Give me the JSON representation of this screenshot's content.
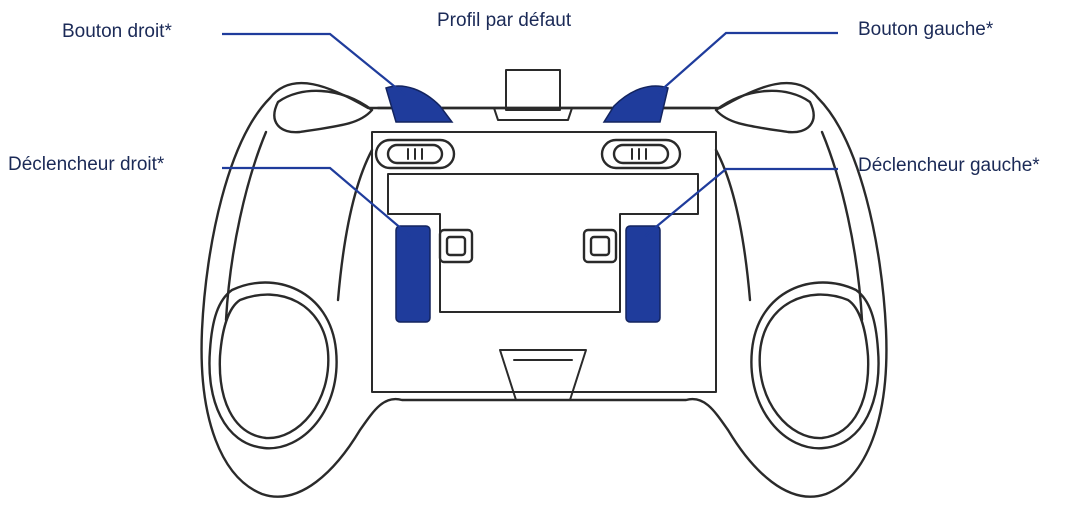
{
  "title": "Profil par défaut",
  "callouts": {
    "right_button": "Bouton droit*",
    "left_button": "Bouton gauche*",
    "right_trigger": "Déclencheur droit*",
    "left_trigger": "Déclencheur gauche*"
  },
  "colors": {
    "outline": "#2a2a2a",
    "highlight": "#1f3c9c",
    "leader": "#1f3c9c",
    "text": "#1b2a57"
  }
}
